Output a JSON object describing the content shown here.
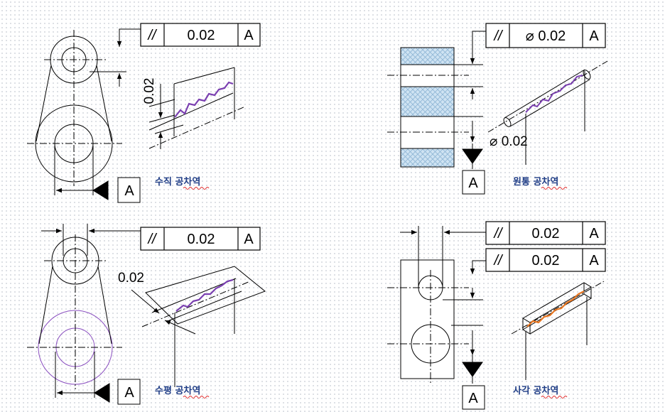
{
  "colors": {
    "line": "#000000",
    "tolerance_curve": "#7a3fb0",
    "tolerance_curve_square": "#e87722",
    "caption_text": "#1f3d86",
    "hatch_fill": "#cfe3f2",
    "hatch_line": "#8fb6d6",
    "purple_circle": "#8a4fc0",
    "spellcheck_underline": "#e03030"
  },
  "panels": {
    "vertical": {
      "frame": {
        "symbol": "//",
        "value": "0.02",
        "datum": "A"
      },
      "dimension": "0.02",
      "datum_label": "A",
      "caption": "수직 공차역"
    },
    "cylinder": {
      "frame": {
        "symbol": "//",
        "value": "⌀ 0.02",
        "datum": "A"
      },
      "dimension": "⌀ 0.02",
      "datum_label": "A",
      "caption": "원통 공차역"
    },
    "horizontal": {
      "frame": {
        "symbol": "//",
        "value": "0.02",
        "datum": "A"
      },
      "dimension": "0.02",
      "datum_label": "A",
      "caption": "수평 공차역"
    },
    "square": {
      "frame1": {
        "symbol": "//",
        "value": "0.02",
        "datum": "A"
      },
      "frame2": {
        "symbol": "//",
        "value": "0.02",
        "datum": "A"
      },
      "datum_label": "A",
      "caption": "사각 공차역"
    }
  }
}
